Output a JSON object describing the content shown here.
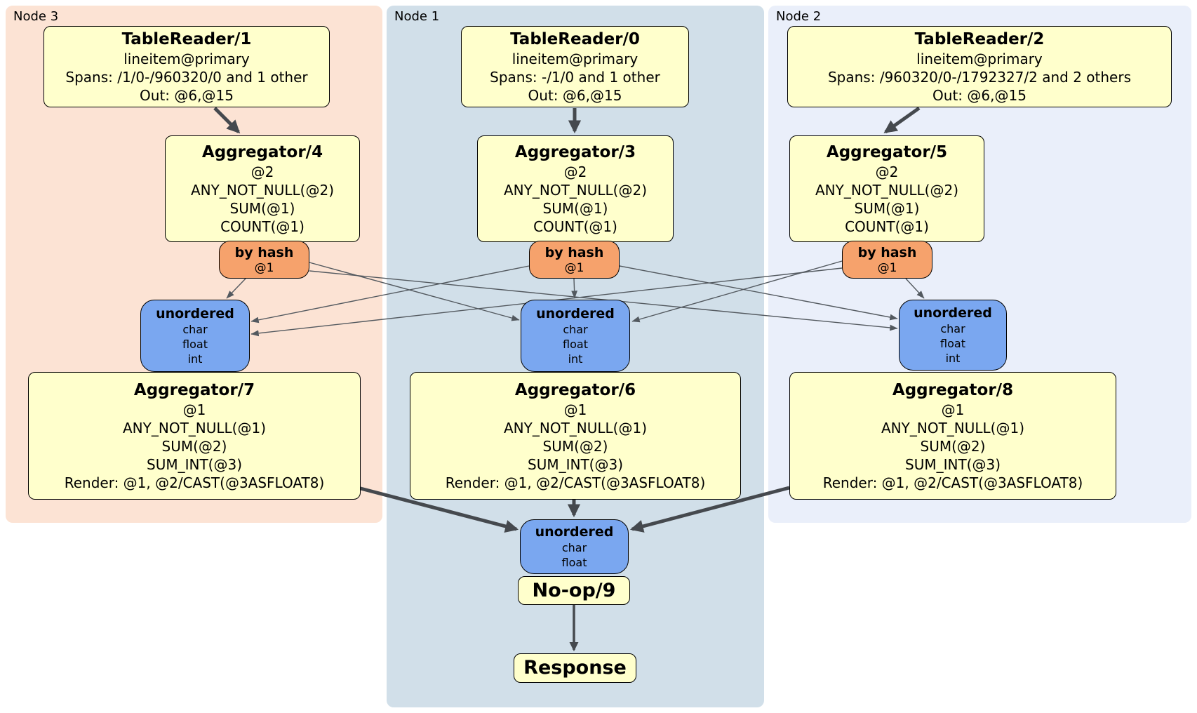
{
  "panels": [
    {
      "label": "Node 3"
    },
    {
      "label": "Node 1"
    },
    {
      "label": "Node 2"
    }
  ],
  "processors": {
    "tablereader1": {
      "title": "TableReader/1",
      "lines": [
        "lineitem@primary",
        "Spans: /1/0-/960320/0 and 1 other",
        "Out: @6,@15"
      ]
    },
    "tablereader0": {
      "title": "TableReader/0",
      "lines": [
        "lineitem@primary",
        "Spans: -/1/0 and 1 other",
        "Out: @6,@15"
      ]
    },
    "tablereader2": {
      "title": "TableReader/2",
      "lines": [
        "lineitem@primary",
        "Spans: /960320/0-/1792327/2 and 2 others",
        "Out: @6,@15"
      ]
    },
    "aggregator4": {
      "title": "Aggregator/4",
      "lines": [
        "@2",
        "ANY_NOT_NULL(@2)",
        "SUM(@1)",
        "COUNT(@1)"
      ]
    },
    "aggregator3": {
      "title": "Aggregator/3",
      "lines": [
        "@2",
        "ANY_NOT_NULL(@2)",
        "SUM(@1)",
        "COUNT(@1)"
      ]
    },
    "aggregator5": {
      "title": "Aggregator/5",
      "lines": [
        "@2",
        "ANY_NOT_NULL(@2)",
        "SUM(@1)",
        "COUNT(@1)"
      ]
    },
    "aggregator7": {
      "title": "Aggregator/7",
      "lines": [
        "@1",
        "ANY_NOT_NULL(@1)",
        "SUM(@2)",
        "SUM_INT(@3)",
        "Render: @1, @2/CAST(@3ASFLOAT8)"
      ]
    },
    "aggregator6": {
      "title": "Aggregator/6",
      "lines": [
        "@1",
        "ANY_NOT_NULL(@1)",
        "SUM(@2)",
        "SUM_INT(@3)",
        "Render: @1, @2/CAST(@3ASFLOAT8)"
      ]
    },
    "aggregator8": {
      "title": "Aggregator/8",
      "lines": [
        "@1",
        "ANY_NOT_NULL(@1)",
        "SUM(@2)",
        "SUM_INT(@3)",
        "Render: @1, @2/CAST(@3ASFLOAT8)"
      ]
    },
    "noop": {
      "title": "No-op/9"
    },
    "response": {
      "title": "Response"
    }
  },
  "routers": {
    "byhash_node3": {
      "title": "by hash",
      "lines": [
        "@1"
      ]
    },
    "byhash_node1": {
      "title": "by hash",
      "lines": [
        "@1"
      ]
    },
    "byhash_node2": {
      "title": "by hash",
      "lines": [
        "@1"
      ]
    }
  },
  "syncs": {
    "unordered_node3": {
      "title": "unordered",
      "lines": [
        "char",
        "float",
        "int"
      ]
    },
    "unordered_node1": {
      "title": "unordered",
      "lines": [
        "char",
        "float",
        "int"
      ]
    },
    "unordered_node2": {
      "title": "unordered",
      "lines": [
        "char",
        "float",
        "int"
      ]
    },
    "unordered_final": {
      "title": "unordered",
      "lines": [
        "char",
        "float"
      ]
    }
  },
  "colors": {
    "node3_panel": "#fce3d4",
    "node1_panel": "#d1dfe9",
    "node2_panel": "#eaeffa",
    "processor_box": "#ffffcc",
    "router_box": "#f6a26c",
    "sync_box": "#7aa7f0",
    "edge_thin": "#53595f",
    "edge_thick": "#45494e"
  }
}
